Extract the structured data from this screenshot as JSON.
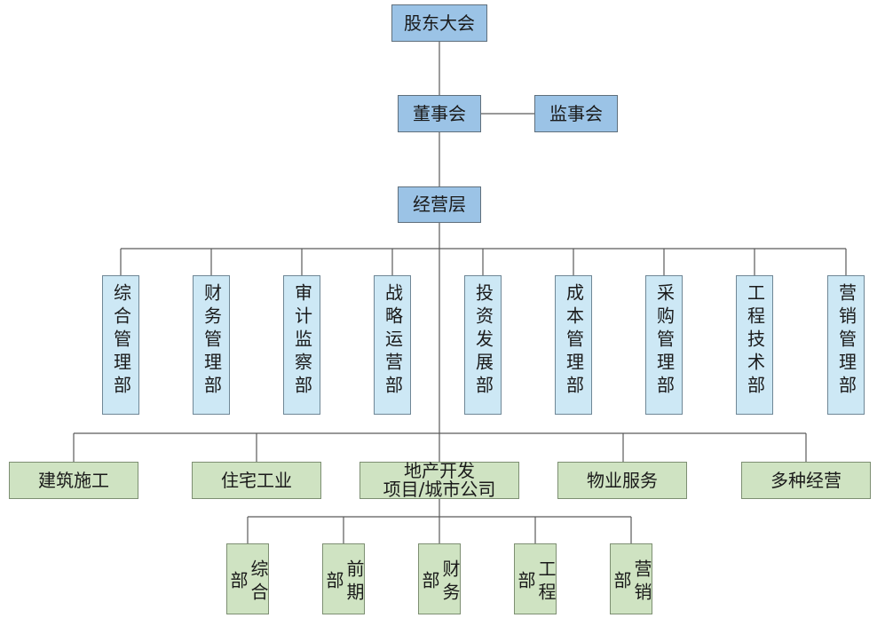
{
  "top": {
    "shareholders": "股东大会",
    "board": "董事会",
    "supervisors": "监事会",
    "management": "经营层"
  },
  "departments": [
    "综合管理部",
    "财务管理部",
    "审计监察部",
    "战略运营部",
    "投资发展部",
    "成本管理部",
    "采购管理部",
    "工程技术部",
    "营销管理部"
  ],
  "businesses": {
    "construction": "建筑施工",
    "housing": "住宅工业",
    "realestate": "地产开发\n项目/城市公司",
    "property": "物业服务",
    "diversified": "多种经营"
  },
  "sub_departments": [
    "综合部",
    "前期部",
    "财务部",
    "工程部",
    "营销部"
  ],
  "colors": {
    "top_fill": "#9bc3e6",
    "dept_fill": "#cde8f5",
    "business_fill": "#cfe3c2",
    "line": "#5a5a5a"
  }
}
